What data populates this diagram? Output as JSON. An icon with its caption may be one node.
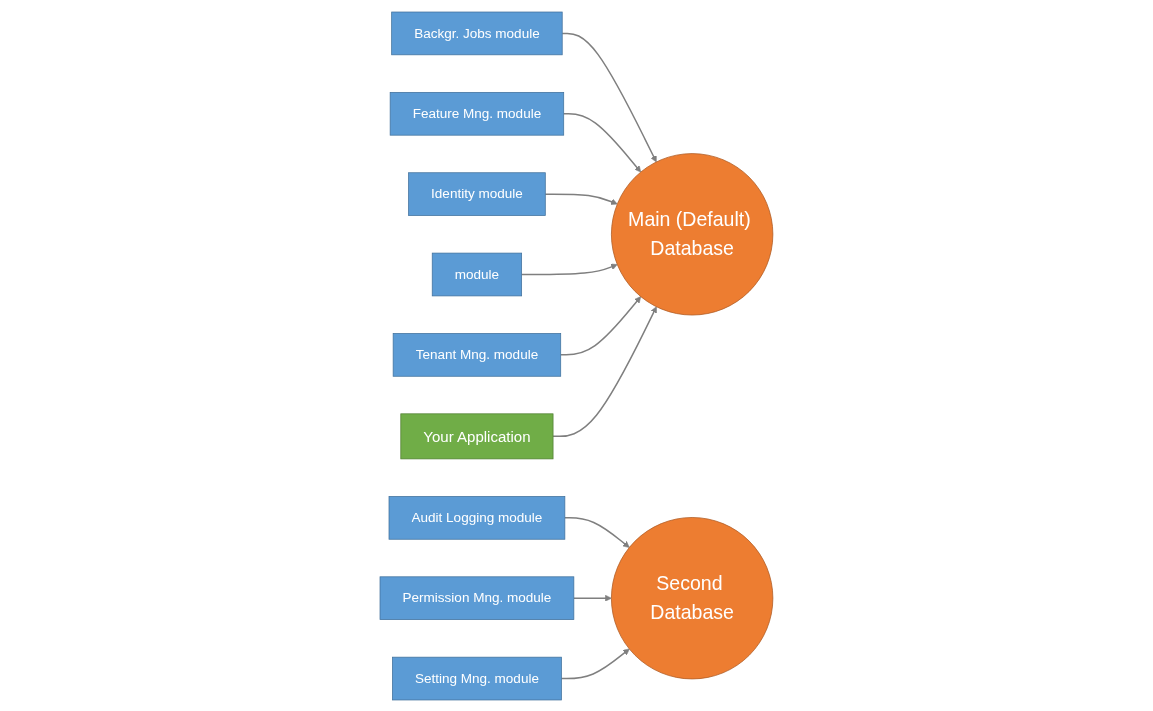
{
  "diagram": {
    "nodes": [
      {
        "text": [
          "Backgr. Jobs module"
        ]
      },
      {
        "text": [
          "Feature Mng. module"
        ]
      },
      {
        "text": [
          "Identity module"
        ]
      },
      {
        "text": [
          "module"
        ]
      },
      {
        "text": [
          "Tenant Mng. module"
        ]
      },
      {
        "text": [
          "Main (Default) Database"
        ]
      },
      {
        "text": [
          "Your Application"
        ]
      },
      {
        "text": [
          "Audit Logging module"
        ]
      },
      {
        "text": [
          "Permission Mng. module"
        ]
      },
      {
        "text": [
          "Setting Mng. module"
        ]
      },
      {
        "text": [
          "Second Database"
        ]
      }
    ],
    "edges": [
      {
        "from": 0,
        "to": 5,
        "arrow": "to"
      },
      {
        "from": 1,
        "to": 5,
        "arrow": "to"
      },
      {
        "from": 2,
        "to": 5,
        "arrow": "to"
      },
      {
        "from": 3,
        "to": 5,
        "arrow": "to"
      },
      {
        "from": 4,
        "to": 5,
        "arrow": "to"
      },
      {
        "from": 6,
        "to": 5,
        "arrow": "to"
      },
      {
        "from": 7,
        "to": 10,
        "arrow": "to"
      },
      {
        "from": 8,
        "to": 10,
        "arrow": "to"
      },
      {
        "from": 9,
        "to": 10,
        "arrow": "to"
      }
    ]
  }
}
